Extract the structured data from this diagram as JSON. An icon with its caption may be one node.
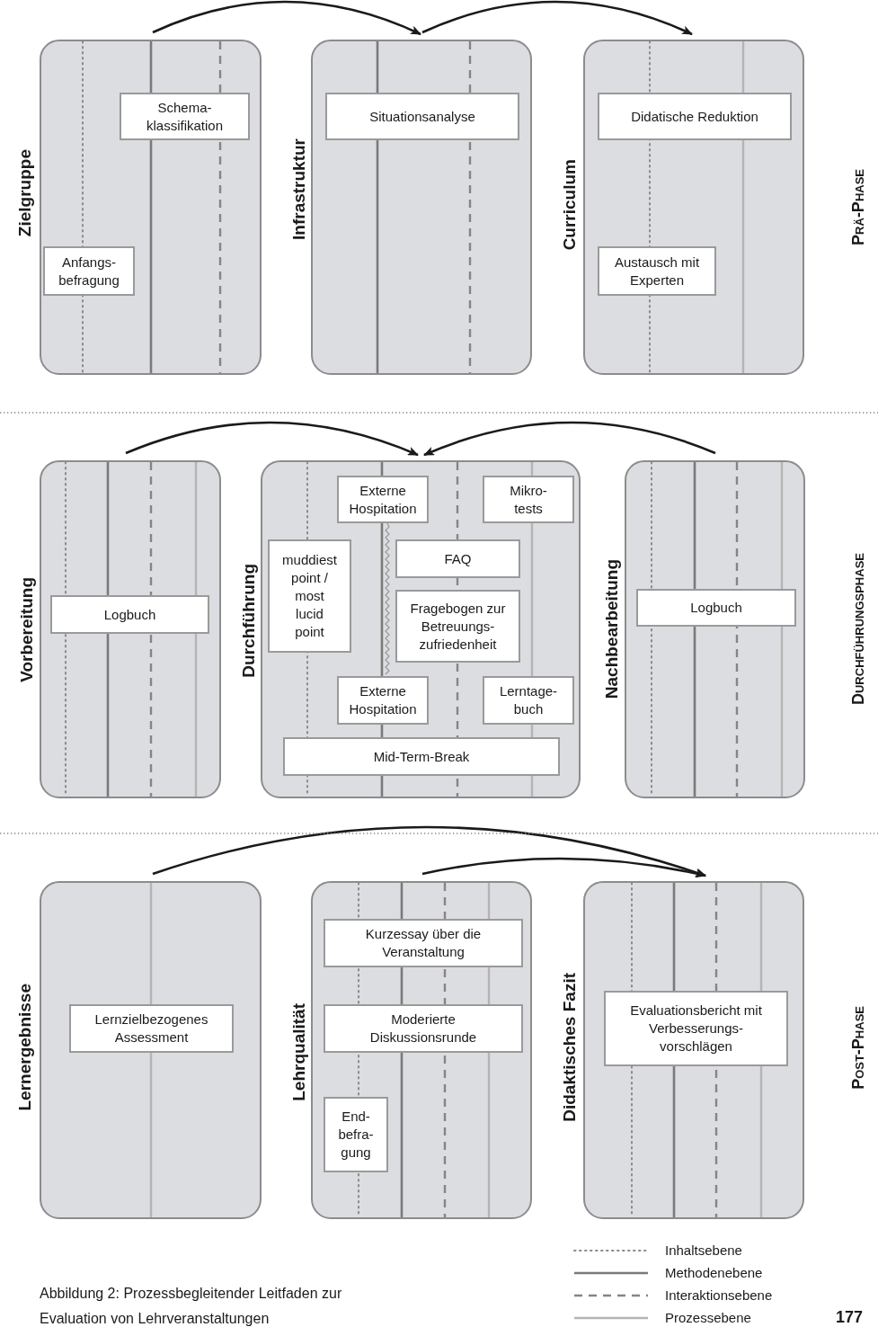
{
  "diagram": {
    "caption": "Abbildung 2: Prozessbegleitender Leitfaden zur Evaluation von Lehrveranstaltungen",
    "nodes": [
      {
        "text": [
          "Zielgruppe"
        ]
      },
      {
        "text": [
          "Schema- klassifikation"
        ],
        "in": 0
      },
      {
        "text": [
          "Anfangs- befragung"
        ],
        "in": 0
      },
      {
        "text": [
          "Infrastruktur"
        ]
      },
      {
        "text": [
          "Situationsanalyse"
        ],
        "in": 3
      },
      {
        "text": [
          "Curriculum"
        ]
      },
      {
        "text": [
          "Didatische Reduktion"
        ],
        "in": 5
      },
      {
        "text": [
          "Austausch mit Experten"
        ],
        "in": 5
      },
      {
        "text": [
          "Vorbereitung"
        ]
      },
      {
        "text": [
          "Logbuch"
        ],
        "in": 8
      },
      {
        "text": [
          "Durchführung"
        ]
      },
      {
        "text": [
          "Externe Hospitation"
        ],
        "in": 10
      },
      {
        "text": [
          "Mikro- tests"
        ],
        "in": 10
      },
      {
        "text": [
          "muddiest point / most lucid point"
        ],
        "in": 10
      },
      {
        "text": [
          "FAQ"
        ],
        "in": 10
      },
      {
        "text": [
          "Fragebogen zur Betreuungs- zufriedenheit"
        ],
        "in": 10
      },
      {
        "text": [
          "Externe Hospitation"
        ],
        "in": 10
      },
      {
        "text": [
          "Lerntage- buch"
        ],
        "in": 10
      },
      {
        "text": [
          "Mid-Term-Break"
        ],
        "in": 10
      },
      {
        "text": [
          "Nachbearbeitung"
        ]
      },
      {
        "text": [
          "Logbuch"
        ],
        "in": 19
      },
      {
        "text": [
          "Lernergebnisse"
        ]
      },
      {
        "text": [
          "Lernzielbezogenes Assessment"
        ],
        "in": 21
      },
      {
        "text": [
          "Lehrqualität"
        ]
      },
      {
        "text": [
          "Kurzessay über die Veranstaltung"
        ],
        "in": 23
      },
      {
        "text": [
          "Moderierte Diskussionsrunde"
        ],
        "in": 23
      },
      {
        "text": [
          "End- befra- gung"
        ],
        "in": 23
      },
      {
        "text": [
          "Didaktisches Fazit"
        ]
      },
      {
        "text": [
          "Evaluationsbericht mit Verbesserungs- vorschlägen"
        ],
        "in": 27
      }
    ],
    "edges": [
      {
        "from": 0,
        "to": 3,
        "arrow": "to"
      },
      {
        "from": 3,
        "to": 5,
        "arrow": "to"
      },
      {
        "from": 8,
        "to": 10,
        "arrow": "to"
      },
      {
        "from": 19,
        "to": 10,
        "arrow": "to"
      },
      {
        "from": 21,
        "to": 27,
        "arrow": "to"
      },
      {
        "from": 23,
        "to": 27,
        "arrow": "to"
      },
      {
        "from": 11,
        "to": 16,
        "arrow": "none",
        "color": "#999999"
      }
    ],
    "labels": [
      "Prä-Phase",
      "Durchführungsphase",
      "Post-Phase",
      "177"
    ],
    "legend": [
      {
        "text": "Inhaltsebene"
      },
      {
        "text": "Methodenebene"
      },
      {
        "text": "Interaktionsebene"
      },
      {
        "text": "Prozessebene"
      }
    ]
  }
}
